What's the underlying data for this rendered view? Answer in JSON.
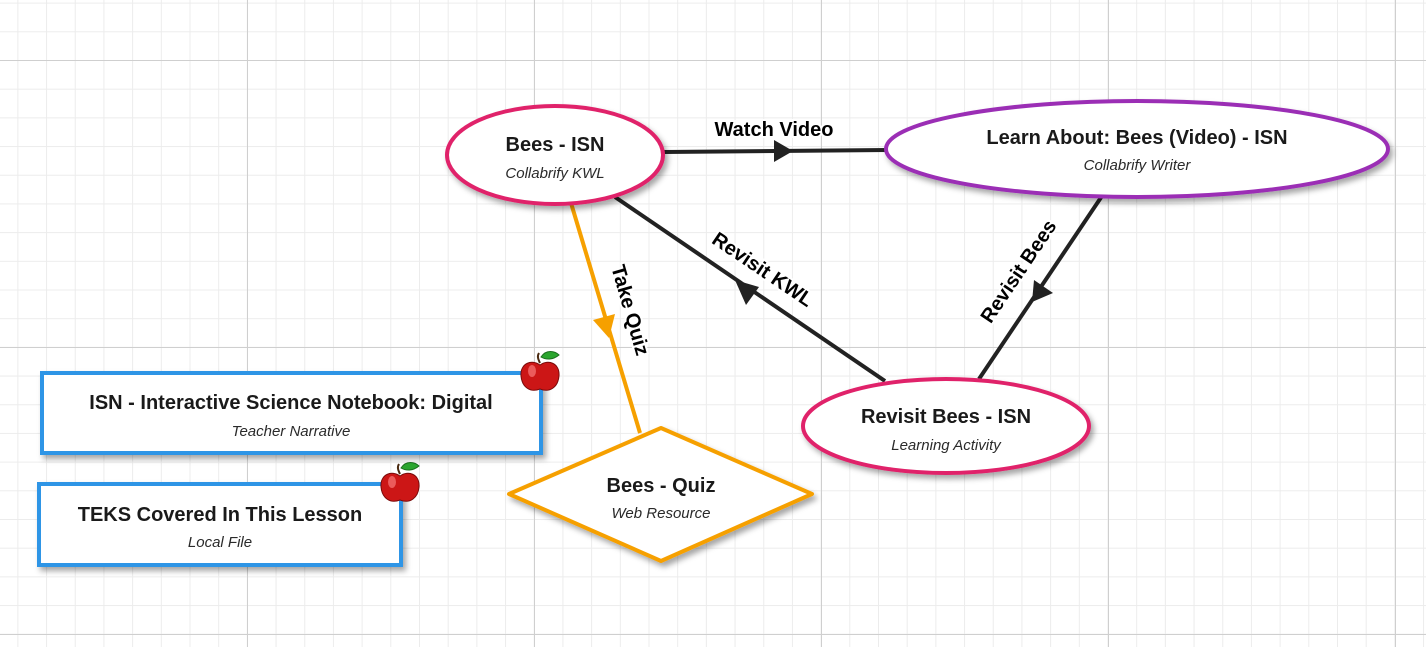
{
  "nodes": {
    "bees_isn": {
      "title": "Bees - ISN",
      "subtitle": "Collabrify KWL",
      "color": "#e0226a"
    },
    "learn_about": {
      "title": "Learn About: Bees (Video) - ISN",
      "subtitle": "Collabrify Writer",
      "color": "#9b2fb5"
    },
    "revisit_bees": {
      "title": "Revisit Bees - ISN",
      "subtitle": "Learning Activity",
      "color": "#e0226a"
    },
    "bees_quiz": {
      "title": "Bees - Quiz",
      "subtitle": "Web Resource",
      "color": "#f6a000"
    },
    "isn_notebook": {
      "title": "ISN - Interactive Science Notebook: Digital",
      "subtitle": "Teacher Narrative",
      "color": "#2f95e6"
    },
    "teks": {
      "title": "TEKS Covered In This Lesson",
      "subtitle": "Local File",
      "color": "#2f95e6"
    }
  },
  "edges": {
    "watch_video": {
      "label": "Watch Video"
    },
    "take_quiz": {
      "label": "Take Quiz"
    },
    "revisit_kwl": {
      "label": "Revisit KWL"
    },
    "revisit_bees": {
      "label": "Revisit Bees"
    }
  },
  "icons": {
    "teacher_note": "apple-icon"
  }
}
